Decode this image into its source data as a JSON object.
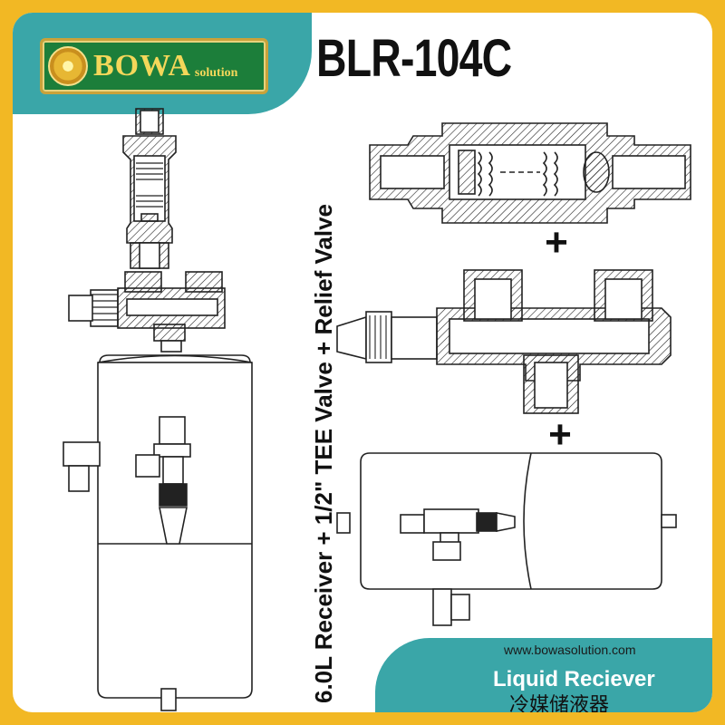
{
  "brand": {
    "logo_text": "BOWA",
    "logo_sub": "solution"
  },
  "product": {
    "model": "BLR-104C",
    "description": "6.0L Receiver + 1/2\" TEE Valve + Relief Valve",
    "name": "Liquid Reciever",
    "name_cn": "冷媒储液器",
    "website": "www.bowasolution.com"
  },
  "diagram": {
    "plus_signs": [
      "+",
      "+"
    ]
  },
  "colors": {
    "frame": "#f2b824",
    "teal": "#3aa6a8",
    "logo_green": "#1c7e3a",
    "logo_gold": "#f4d75a"
  }
}
